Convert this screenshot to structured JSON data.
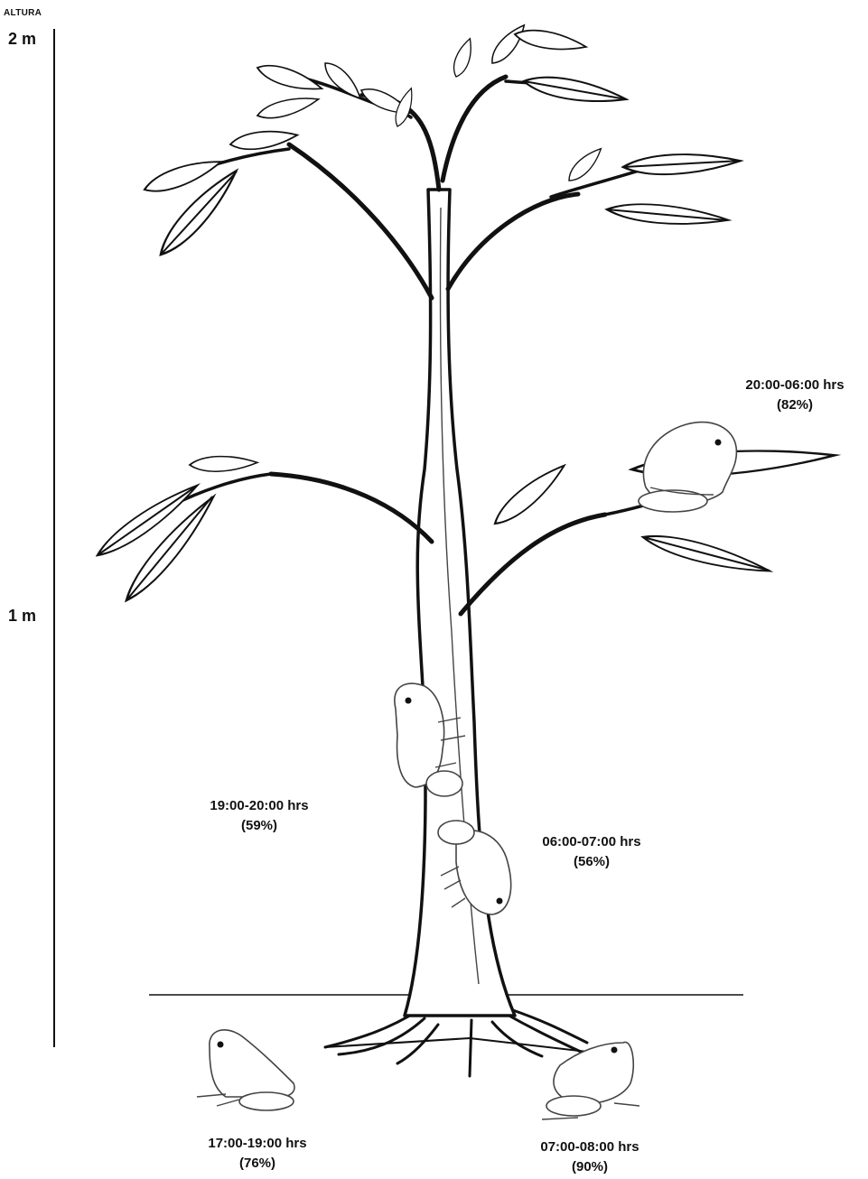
{
  "axis": {
    "title": "ALTURA",
    "tick_top": "2 m",
    "tick_mid": "1 m"
  },
  "positions": [
    {
      "time": "20:00-06:00 hrs",
      "pct": "(82%)"
    },
    {
      "time": "19:00-20:00 hrs",
      "pct": "(59%)"
    },
    {
      "time": "06:00-07:00 hrs",
      "pct": "(56%)"
    },
    {
      "time": "17:00-19:00 hrs",
      "pct": "(76%)"
    },
    {
      "time": "07:00-08:00 hrs",
      "pct": "(90%)"
    }
  ]
}
